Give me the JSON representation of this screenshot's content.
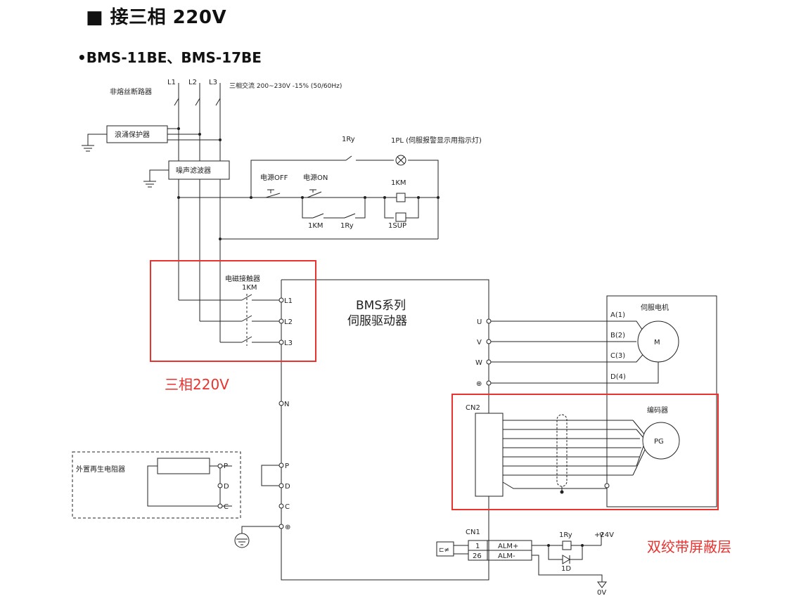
{
  "header": {
    "title": "■ 接三相 220V",
    "subtitle": "•BMS-11BE、BMS-17BE"
  },
  "annotations": {
    "three_phase": "三相220V",
    "twisted_shield": "双绞带屏蔽层"
  },
  "labels": {
    "L1": "L1",
    "L2": "L2",
    "L3": "L3",
    "breaker": "非熔丝断路器",
    "ac_supply": "三相交流 200~230V -15% (50/60Hz)",
    "surge": "浪涌保护器",
    "noise_filter": "噪声滤波器",
    "ry_1": "1Ry",
    "pl": "1PL (伺服报警显示用指示灯)",
    "power_off": "电源OFF",
    "power_on": "电源ON",
    "km_coil": "1KM",
    "km_contact": "1KM",
    "ry_contact": "1Ry",
    "sup": "1SUP",
    "contactor": "电磁接触器",
    "contactor_km": "1KM",
    "drv_L1": "L1",
    "drv_L2": "L2",
    "drv_L3": "L3",
    "drive_line1": "BMS系列",
    "drive_line2": "伺服驱动器",
    "U": "U",
    "V": "V",
    "W": "W",
    "motor_title": "伺服电机",
    "A": "A(1)",
    "B": "B(2)",
    "C3": "C(3)",
    "D4": "D(4)",
    "M": "M",
    "N": "N",
    "cn2": "CN2",
    "encoder": "编码器",
    "PG": "PG",
    "regen": "外置再生电阻器",
    "P": "P",
    "D": "D",
    "C": "C",
    "P_in": "P",
    "D_in": "D",
    "C_in": "C",
    "cn1": "CN1",
    "pin1": "1",
    "pin26": "26",
    "alm_plus": "ALM+",
    "alm_minus": "ALM-",
    "ry_2": "1Ry",
    "v24": "+24V",
    "d1": "1D",
    "v0": "0V"
  },
  "colors": {
    "line": "#222222",
    "highlight": "#e8332f"
  }
}
